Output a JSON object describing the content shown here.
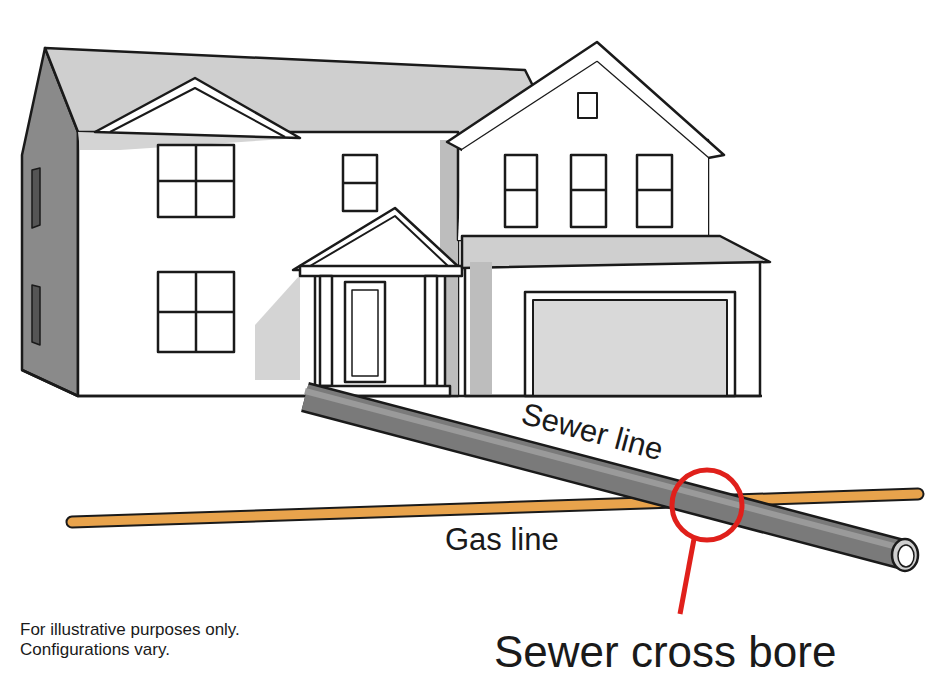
{
  "diagram": {
    "labels": [
      "Sewer line",
      "Gas line",
      "Sewer cross bore",
      "For illustrative purposes only. Configurations vary."
    ]
  }
}
